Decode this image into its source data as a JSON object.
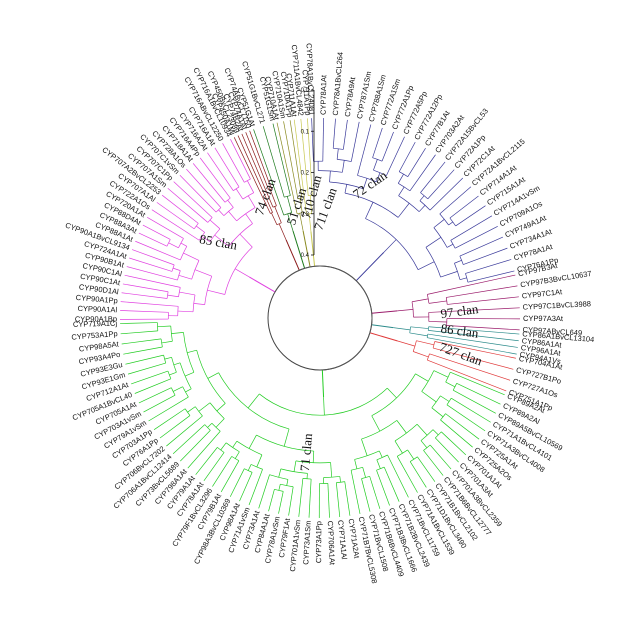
{
  "clans": [
    {
      "name": "85 clan",
      "color": "#e040e0",
      "start": -91,
      "end": -26
    },
    {
      "name": "74 clan",
      "color": "#8b1a1a",
      "start": -26,
      "end": -20
    },
    {
      "name": "51 clan",
      "color": "#1c7a1c",
      "start": -20,
      "end": -13
    },
    {
      "name": "710 clan",
      "color": "#8a8a20",
      "start": -13,
      "end": -8
    },
    {
      "name": "711 clan",
      "color": "#c8c850",
      "start": -8,
      "end": -3
    },
    {
      "name": "72 clan",
      "color": "#3a3a9a",
      "start": -3,
      "end": 77
    },
    {
      "name": "97 clan",
      "color": "#9a1a6a",
      "start": 77,
      "end": 94
    },
    {
      "name": "86 clan",
      "color": "#2a8a8a",
      "start": 94,
      "end": 101
    },
    {
      "name": "727 clan",
      "color": "#e03a3a",
      "start": 101,
      "end": 112
    },
    {
      "name": "71 clan",
      "color": "#22cc22",
      "start": 112,
      "end": 269
    }
  ],
  "clan_label_positions": [
    {
      "name": "85 clan",
      "angle": -55,
      "r": 125,
      "rot": 10
    },
    {
      "name": "74 clan",
      "angle": -23,
      "r": 130,
      "rot": -70
    },
    {
      "name": "51 clan",
      "angle": -10,
      "r": 112,
      "rot": -72
    },
    {
      "name": "710 clan",
      "angle": -2,
      "r": 120,
      "rot": -75
    },
    {
      "name": "711 clan",
      "angle": 5,
      "r": 108,
      "rot": -70
    },
    {
      "name": "72 clan",
      "angle": 22,
      "r": 140,
      "rot": -35
    },
    {
      "name": "97 clan",
      "angle": 89,
      "r": 140,
      "rot": -8
    },
    {
      "name": "86 clan",
      "angle": 97,
      "r": 140,
      "rot": 8
    },
    {
      "name": "727 clan",
      "angle": 106,
      "r": 145,
      "rot": 20
    },
    {
      "name": "71 clan",
      "angle": 184,
      "r": 135,
      "rot": -85
    }
  ],
  "scale": {
    "ticks": [
      "0.0",
      "0.1",
      "0.2",
      "0.3",
      "0.4"
    ]
  },
  "leaves": [
    {
      "name": "CYP90A1Bp",
      "start": -91,
      "end": -26
    },
    {
      "name": "CYP90A1Al",
      "start": -91,
      "end": -26
    },
    {
      "name": "CYP90A1Pp",
      "start": -91,
      "end": -26
    },
    {
      "name": "CYP90D1Al",
      "start": -91,
      "end": -26
    },
    {
      "name": "CYP90C1At",
      "start": -91,
      "end": -26
    },
    {
      "name": "CYP90C1Al",
      "start": -91,
      "end": -26
    },
    {
      "name": "CYP90B1At",
      "start": -91,
      "end": -26
    },
    {
      "name": "CYP724A1At",
      "start": -91,
      "end": -26
    },
    {
      "name": "CYP90A1BvCL9134",
      "start": -91,
      "end": -26
    },
    {
      "name": "CYP88A1At",
      "start": -91,
      "end": -26
    },
    {
      "name": "CYP88A3At",
      "start": -91,
      "end": -26
    },
    {
      "name": "CYP88D4At",
      "start": -91,
      "end": -26
    },
    {
      "name": "CYP720A1At",
      "start": -91,
      "end": -26
    },
    {
      "name": "CYP722A1Os",
      "start": -91,
      "end": -26
    },
    {
      "name": "CYP707A1Al",
      "start": -91,
      "end": -26
    },
    {
      "name": "CYP707A2BvCL2253",
      "start": -91,
      "end": -26
    },
    {
      "name": "CYP707A1Sm",
      "start": -91,
      "end": -26
    },
    {
      "name": "CYP707C1Pp",
      "start": -91,
      "end": -26
    },
    {
      "name": "CYP707C1vSm",
      "start": -91,
      "end": -26
    },
    {
      "name": "CYP728A1Os",
      "start": -91,
      "end": -26
    },
    {
      "name": "CYP718A1At",
      "start": -91,
      "end": -26
    },
    {
      "name": "CYP716A4Pp",
      "start": -91,
      "end": -26
    },
    {
      "name": "CYP716A2At",
      "start": -91,
      "end": -26
    },
    {
      "name": "CYP716A1At",
      "start": -91,
      "end": -26
    },
    {
      "name": "CYP716ABvCL12250",
      "start": -91,
      "end": -26
    },
    {
      "name": "CYP716A1BvCL10934",
      "start": -91,
      "end": -26
    },
    {
      "name": "CYP450A1Mi",
      "start": -26,
      "end": -20
    },
    {
      "name": "CYP450BvCL23089",
      "start": -26,
      "end": -20
    },
    {
      "name": "CYP74B2At",
      "start": -26,
      "end": -20
    },
    {
      "name": "CYP74A1At",
      "start": -26,
      "end": -20
    },
    {
      "name": "CYP74ABvCL7150",
      "start": -26,
      "end": -20
    },
    {
      "name": "CYP51G1At",
      "start": -20,
      "end": -13
    },
    {
      "name": "CYP51G1BvCL271",
      "start": -20,
      "end": -13
    },
    {
      "name": "CYP51G1Sm",
      "start": -20,
      "end": -13
    },
    {
      "name": "CYP710A1At",
      "start": -13,
      "end": -8
    },
    {
      "name": "CYP710A1Sm",
      "start": -13,
      "end": -8
    },
    {
      "name": "CYP710A1Pp",
      "start": -13,
      "end": -8
    },
    {
      "name": "CYP711A1At",
      "start": -8,
      "end": -3
    },
    {
      "name": "CYP711A1BvCL4842",
      "start": -8,
      "end": -3
    },
    {
      "name": "CYP711A1Pp",
      "start": -8,
      "end": -3
    },
    {
      "name": "CYP78A1BvCL24081",
      "start": -3,
      "end": 77
    },
    {
      "name": "CYP78A1At",
      "start": -3,
      "end": 77
    },
    {
      "name": "CYP78A1BvCL264",
      "start": -3,
      "end": 77
    },
    {
      "name": "CYP78A9At",
      "start": -3,
      "end": 77
    },
    {
      "name": "CYP787A1Sm",
      "start": -3,
      "end": 77
    },
    {
      "name": "CYP788A1Sm",
      "start": -3,
      "end": 77
    },
    {
      "name": "CYP772A1Sm",
      "start": -3,
      "end": 77
    },
    {
      "name": "CYP772A1Pp",
      "start": -3,
      "end": 77
    },
    {
      "name": "CYP772A5Pp",
      "start": -3,
      "end": 77
    },
    {
      "name": "CYP772A12Pp",
      "start": -3,
      "end": 77
    },
    {
      "name": "CYP77B1At",
      "start": -3,
      "end": 77
    },
    {
      "name": "CYP703A2At",
      "start": -3,
      "end": 77
    },
    {
      "name": "CYP72A15BvCL53",
      "start": -3,
      "end": 77
    },
    {
      "name": "CYP72A1Pp",
      "start": -3,
      "end": 77
    },
    {
      "name": "CYP72C1At",
      "start": -3,
      "end": 77
    },
    {
      "name": "CYP72A1BvCL2115",
      "start": -3,
      "end": 77
    },
    {
      "name": "CYP714A1At",
      "start": -3,
      "end": 77
    },
    {
      "name": "CYP715A1At",
      "start": -3,
      "end": 77
    },
    {
      "name": "CYP714A1vSm",
      "start": -3,
      "end": 77
    },
    {
      "name": "CYP709A1Os",
      "start": -3,
      "end": 77
    },
    {
      "name": "CYP749A1At",
      "start": -3,
      "end": 77
    },
    {
      "name": "CYP734A1At",
      "start": -3,
      "end": 77
    },
    {
      "name": "CYP78A1At",
      "start": -3,
      "end": 77
    },
    {
      "name": "CYP76A1Pp",
      "start": -3,
      "end": 77
    },
    {
      "name": "CYP97B3At",
      "start": 77,
      "end": 94
    },
    {
      "name": "CYP97B3BvCL10637",
      "start": 77,
      "end": 94
    },
    {
      "name": "CYP97C1At",
      "start": 77,
      "end": 94
    },
    {
      "name": "CYP97C1BvCL3988",
      "start": 77,
      "end": 94
    },
    {
      "name": "CYP97A3At",
      "start": 77,
      "end": 94
    },
    {
      "name": "CYP97ABvCL649",
      "start": 77,
      "end": 94
    },
    {
      "name": "CYP86A1BvCL13104",
      "start": 94,
      "end": 101
    },
    {
      "name": "CYP86A1At",
      "start": 94,
      "end": 101
    },
    {
      "name": "CYP96A1At",
      "start": 94,
      "end": 101
    },
    {
      "name": "CYP94A1Vs",
      "start": 94,
      "end": 101
    },
    {
      "name": "CYP704A1At",
      "start": 101,
      "end": 112
    },
    {
      "name": "CYP727B1Po",
      "start": 101,
      "end": 112
    },
    {
      "name": "CYP727A1Os",
      "start": 101,
      "end": 112
    },
    {
      "name": "CYP751A1Pp",
      "start": 101,
      "end": 112
    },
    {
      "name": "CYP89A2At",
      "start": 112,
      "end": 269
    },
    {
      "name": "CYP89A2Al",
      "start": 112,
      "end": 269
    },
    {
      "name": "CYP89A5BvCL10569",
      "start": 112,
      "end": 269
    },
    {
      "name": "CYP71A1BvCL4101",
      "start": 112,
      "end": 269
    },
    {
      "name": "CYP71A3BvCL4008",
      "start": 112,
      "end": 269
    },
    {
      "name": "CYP725A1At",
      "start": 112,
      "end": 269
    },
    {
      "name": "CYP725A2Os",
      "start": 112,
      "end": 269
    },
    {
      "name": "CYP701A1At",
      "start": 112,
      "end": 269
    },
    {
      "name": "CYP701A3At",
      "start": 112,
      "end": 269
    },
    {
      "name": "CYP701A3BvCL2359",
      "start": 112,
      "end": 269
    },
    {
      "name": "CYP71B6BvCL12777",
      "start": 112,
      "end": 269
    },
    {
      "name": "CYP71B1BvCL2102",
      "start": 112,
      "end": 269
    },
    {
      "name": "CYP71D1BvCL3490",
      "start": 112,
      "end": 269
    },
    {
      "name": "CYP71A1BvCL1539",
      "start": 112,
      "end": 269
    },
    {
      "name": "CYP71BvCL11759",
      "start": 112,
      "end": 269
    },
    {
      "name": "CYP71B2BvCL2439",
      "start": 112,
      "end": 269
    },
    {
      "name": "CYP71B3BvCL1666",
      "start": 112,
      "end": 269
    },
    {
      "name": "CYP71B6BvCL4409",
      "start": 112,
      "end": 269
    },
    {
      "name": "CYP71BvCL1508",
      "start": 112,
      "end": 269
    },
    {
      "name": "CYP71B7BvCL5308",
      "start": 112,
      "end": 269
    },
    {
      "name": "CYP71A2At",
      "start": 112,
      "end": 269
    },
    {
      "name": "CYP71A1Al",
      "start": 112,
      "end": 269
    },
    {
      "name": "CYP706A1At",
      "start": 112,
      "end": 269
    },
    {
      "name": "CYP73A1Pp",
      "start": 112,
      "end": 269
    },
    {
      "name": "CYP73A1Sm",
      "start": 112,
      "end": 269
    },
    {
      "name": "CYP701A1vSm",
      "start": 112,
      "end": 269
    },
    {
      "name": "CYP79F1At",
      "start": 112,
      "end": 269
    },
    {
      "name": "CYP78A1vSm",
      "start": 112,
      "end": 269
    },
    {
      "name": "CYP84A1At",
      "start": 112,
      "end": 269
    },
    {
      "name": "CYP73A1At",
      "start": 112,
      "end": 269
    },
    {
      "name": "CYP71A1vSm",
      "start": 112,
      "end": 269
    },
    {
      "name": "CYP98A1At",
      "start": 112,
      "end": 269
    },
    {
      "name": "CYP98A3BvCL10369",
      "start": 112,
      "end": 269
    },
    {
      "name": "CYP79B1At",
      "start": 112,
      "end": 269
    },
    {
      "name": "CYP79F1BvCL3296",
      "start": 112,
      "end": 269
    },
    {
      "name": "CYP78A1At",
      "start": 112,
      "end": 269
    },
    {
      "name": "CYP79A1At",
      "start": 112,
      "end": 269
    },
    {
      "name": "CYP798A1At",
      "start": 112,
      "end": 269
    },
    {
      "name": "CYP73BvCL5689",
      "start": 112,
      "end": 269
    },
    {
      "name": "CYP706A1BvCL12414",
      "start": 112,
      "end": 269
    },
    {
      "name": "CYP706BvCL7202",
      "start": 112,
      "end": 269
    },
    {
      "name": "CYP76A1Pp",
      "start": 112,
      "end": 269
    },
    {
      "name": "CYP703A1Pp",
      "start": 112,
      "end": 269
    },
    {
      "name": "CYP79A1vSm",
      "start": 112,
      "end": 269
    },
    {
      "name": "CYP703A1vSm",
      "start": 112,
      "end": 269
    },
    {
      "name": "CYP705A1At",
      "start": 112,
      "end": 269
    },
    {
      "name": "CYP705A1BvCL40",
      "start": 112,
      "end": 269
    },
    {
      "name": "CYP712A1At",
      "start": 112,
      "end": 269
    },
    {
      "name": "CYP93E1Gm",
      "start": 112,
      "end": 269
    },
    {
      "name": "CYP93E3Gu",
      "start": 112,
      "end": 269
    },
    {
      "name": "CYP93A4Po",
      "start": 112,
      "end": 269
    },
    {
      "name": "CYP98A5At",
      "start": 112,
      "end": 269
    },
    {
      "name": "CYP753A1Pp",
      "start": 112,
      "end": 269
    },
    {
      "name": "CYP719A1Cj",
      "start": 112,
      "end": 269
    }
  ]
}
